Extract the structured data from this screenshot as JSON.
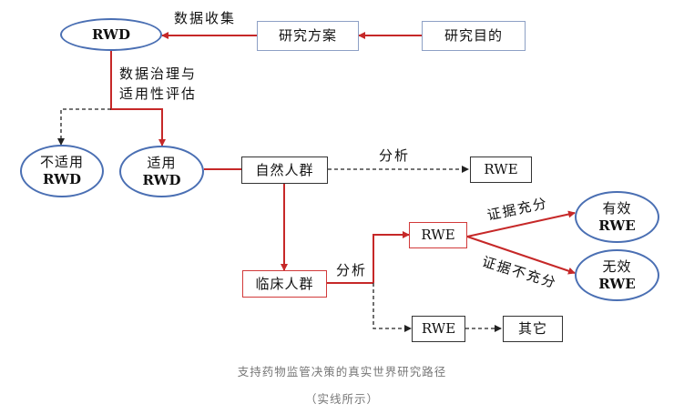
{
  "nodes": {
    "rwd_top": "RWD",
    "study_design": "研究方案",
    "study_purpose": "研究目的",
    "not_applicable": {
      "line1": "不适用",
      "line2": "RWD"
    },
    "applicable": {
      "line1": "适用",
      "line2": "RWD"
    },
    "natural_population": "自然人群",
    "rwe_natural": "RWE",
    "clinical_population": "临床人群",
    "rwe_clinical": "RWE",
    "effective": {
      "line1": "有效",
      "line2": "RWE"
    },
    "ineffective": {
      "line1": "无效",
      "line2": "RWE"
    },
    "rwe_other": "RWE",
    "other": "其它"
  },
  "labels": {
    "data_collection": "数据收集",
    "data_governance": {
      "line1": "数据治理与",
      "line2": "适用性评估"
    },
    "analysis_1": "分析",
    "analysis_2": "分析",
    "sufficient_evidence": "证据充分",
    "insufficient_evidence": "证据不充分"
  },
  "caption": {
    "line1": "支持药物监管决策的真实世界研究路径",
    "line2": "（实线所示）"
  },
  "colors": {
    "red_path": "#c62828",
    "dashed_path": "#222222",
    "ellipse_border": "#4a6fb3"
  }
}
